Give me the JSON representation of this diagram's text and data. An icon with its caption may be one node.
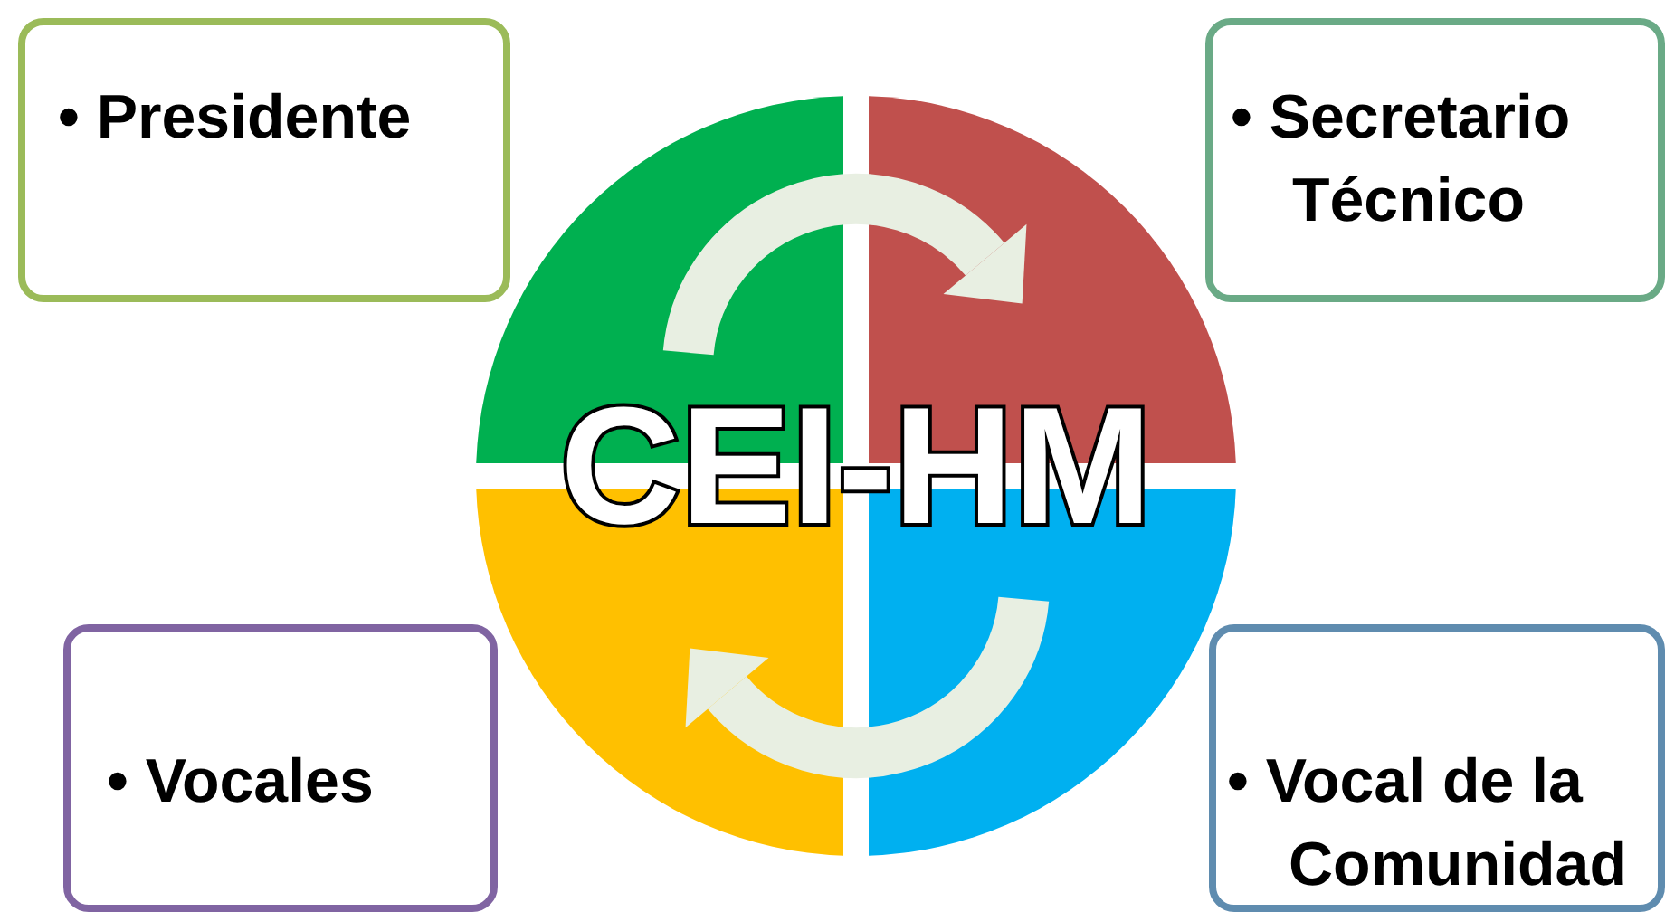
{
  "diagram": {
    "nodes": [
      {
        "text": [
          "• Presidente"
        ]
      },
      {
        "text": [
          "• Secretario Técnico"
        ]
      },
      {
        "text": [
          "• Vocales"
        ]
      },
      {
        "text": [
          "• Vocal de la Comunidad"
        ]
      },
      {
        "text": [],
        "shape": "sector"
      },
      {
        "text": [],
        "shape": "sector"
      },
      {
        "text": [],
        "shape": "sector"
      },
      {
        "text": [],
        "shape": "sector"
      }
    ],
    "edges": [
      {
        "from": 4,
        "to": 5,
        "arrow": "to"
      },
      {
        "from": 7,
        "to": 6,
        "arrow": "to"
      }
    ],
    "labels": [
      "CEI-HM"
    ]
  }
}
